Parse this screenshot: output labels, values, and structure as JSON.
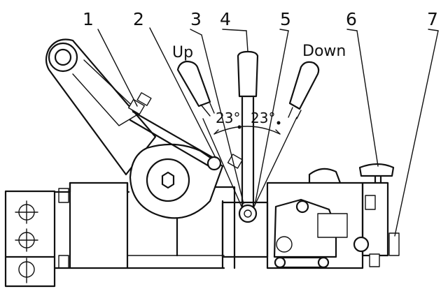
{
  "callouts": [
    "1",
    "2",
    "3",
    "4",
    "5",
    "6",
    "7"
  ],
  "labels": {
    "up": "Up",
    "down": "Down"
  },
  "angles": {
    "left": "23°",
    "right": "23°"
  }
}
